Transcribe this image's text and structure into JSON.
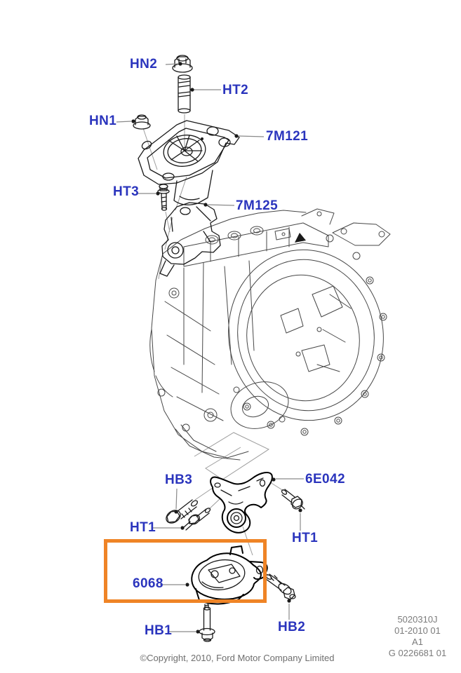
{
  "diagram": {
    "label_color": "#2a34bd",
    "highlight_color": "#ef8426",
    "part_labels": [
      {
        "text": "HN2"
      },
      {
        "text": "HT2"
      },
      {
        "text": "HN1"
      },
      {
        "text": "7M121"
      },
      {
        "text": "HT3"
      },
      {
        "text": "7M125"
      },
      {
        "text": "HB3"
      },
      {
        "text": "6E042"
      },
      {
        "text": "HT1"
      },
      {
        "text": "HT1"
      },
      {
        "text": "6068"
      },
      {
        "text": "HB1"
      },
      {
        "text": "HB2"
      }
    ],
    "footer": {
      "doc_lines": [
        "5020310J",
        "01-2010 01",
        "A1",
        "G 0226681 01"
      ],
      "copyright": "©Copyright, 2010, Ford Motor Company Limited"
    }
  }
}
